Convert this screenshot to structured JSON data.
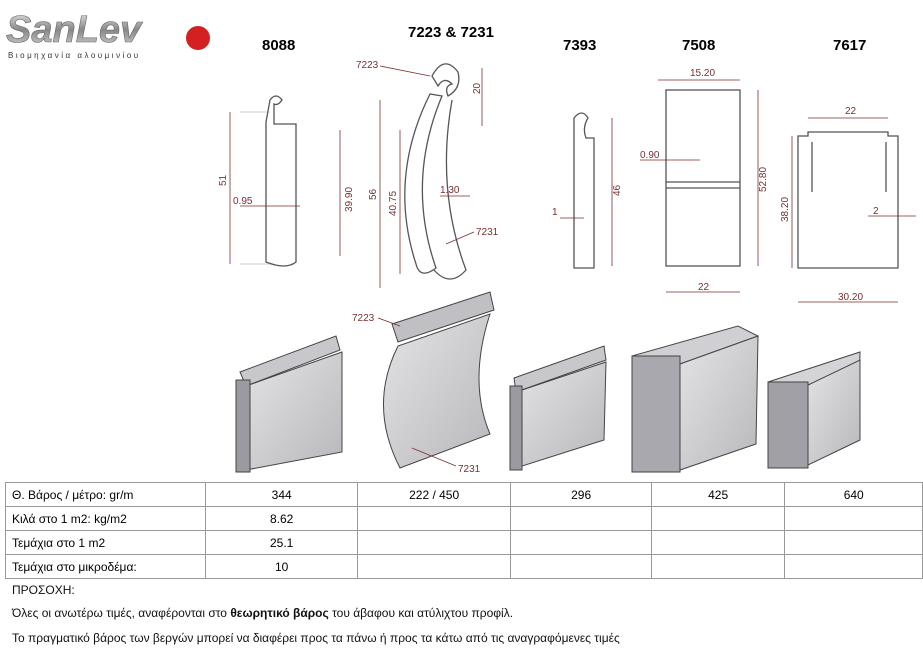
{
  "logo": {
    "name": "SanLev",
    "tagline": "Βιομηχανία αλουμινίου"
  },
  "profiles": [
    {
      "code": "8088",
      "dims": [
        "51",
        "39.90",
        "0.95"
      ]
    },
    {
      "code": "7223 & 7231",
      "dims": [
        "7223",
        "20",
        "56",
        "40.75",
        "1.30",
        "7231"
      ]
    },
    {
      "code": "7393",
      "dims": [
        "1",
        "46"
      ]
    },
    {
      "code": "7508",
      "dims": [
        "15.20",
        "0.90",
        "52.80",
        "22"
      ]
    },
    {
      "code": "7617",
      "dims": [
        "22",
        "38.20",
        "2",
        "30.20"
      ]
    }
  ],
  "render_labels": {
    "top": "7223",
    "bottom": "7231"
  },
  "table": {
    "rows": [
      {
        "label": "Θ. Βάρος / μέτρο:  gr/m",
        "values": [
          "344",
          "222 / 450",
          "296",
          "425",
          "640"
        ]
      },
      {
        "label": "Κιλά στο 1 m2:  kg/m2",
        "values": [
          "8.62",
          "",
          "",
          "",
          ""
        ]
      },
      {
        "label": "Τεμάχια στο 1 m2",
        "values": [
          "25.1",
          "",
          "",
          "",
          ""
        ]
      },
      {
        "label": "Τεμάχια στο μικροδέμα:",
        "values": [
          "10",
          "",
          "",
          "",
          ""
        ]
      }
    ]
  },
  "notes": {
    "heading": "ΠΡΟΣΟΧΗ:",
    "line1_pre": "Όλες οι ανωτέρω τιμές, αναφέρονται στο ",
    "line1_bold": "θεωρητικό βάρος",
    "line1_post": " του άβαφου και ατύλιχτου προφίλ.",
    "line2": "Το πραγματικό βάρος των βεργών μπορεί να διαφέρει προς τα πάνω ή προς τα κάτω από τις αναγραφόμενες τιμές"
  }
}
